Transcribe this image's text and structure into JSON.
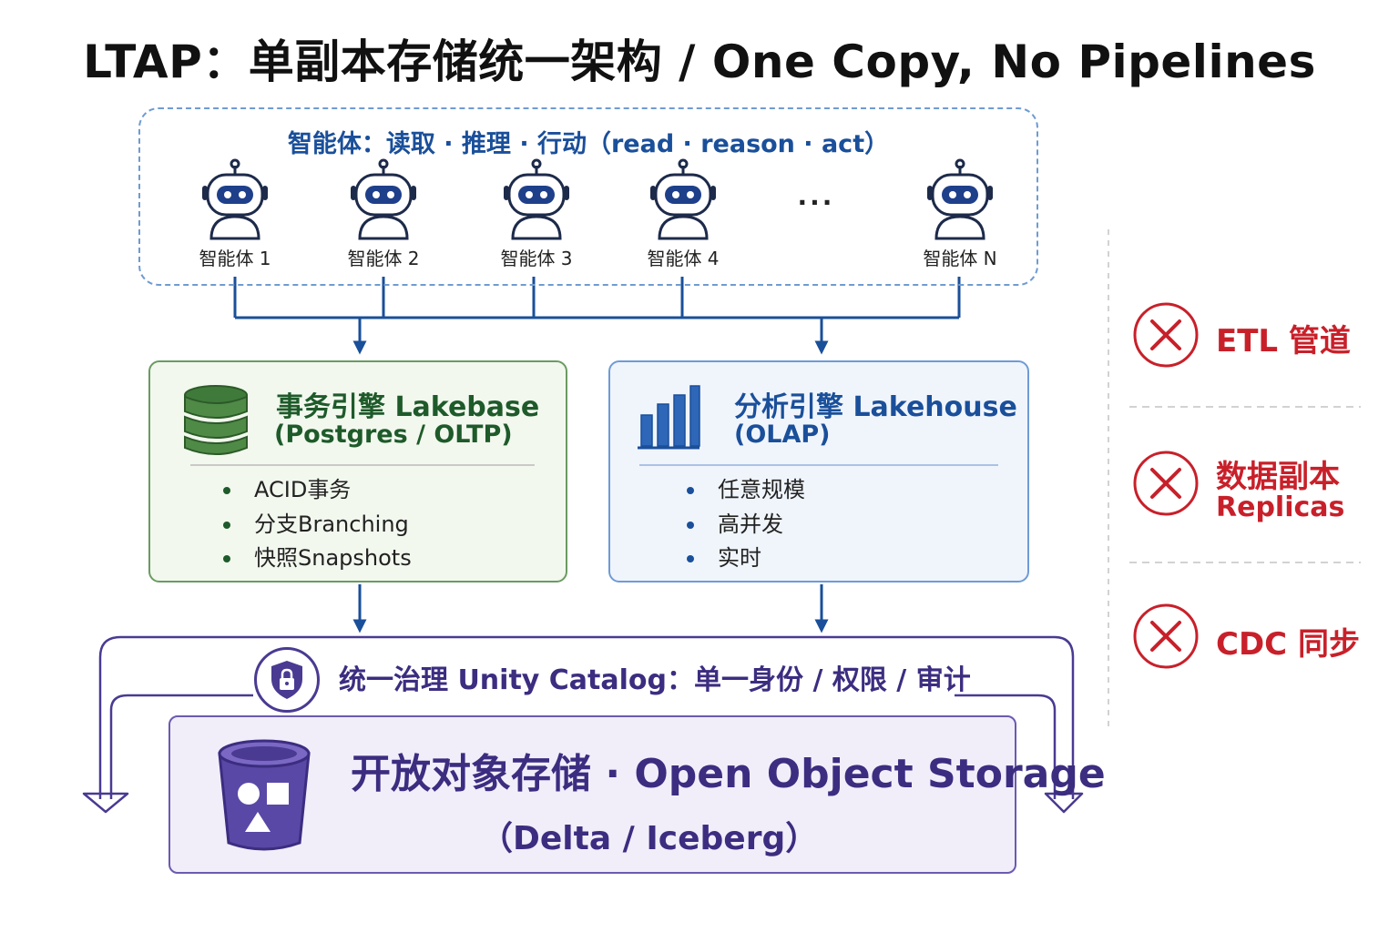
{
  "title": "LTAP：单副本存储统一架构 / One Copy, No Pipelines",
  "agents": {
    "heading": "智能体：读取 · 推理 · 行动（read · reason · act）",
    "items": [
      "智能体 1",
      "智能体 2",
      "智能体 3",
      "智能体 4",
      "智能体 N"
    ],
    "ellipsis": "···"
  },
  "oltp": {
    "title": "事务引擎  Lakebase",
    "subtitle": "(Postgres / OLTP)",
    "features": [
      "ACID事务",
      "分支Branching",
      "快照Snapshots"
    ]
  },
  "olap": {
    "title": "分析引擎  Lakehouse",
    "subtitle": "(OLAP)",
    "features": [
      "任意规模",
      "高并发",
      "实时"
    ]
  },
  "governance": {
    "label": "统一治理 Unity Catalog：单一身份 / 权限 / 审计"
  },
  "storage": {
    "title": "开放对象存储 · Open Object Storage",
    "subtitle": "（Delta / Iceberg）"
  },
  "anti_patterns": [
    {
      "line1": "ETL 管道",
      "line2": ""
    },
    {
      "line1": "数据副本",
      "line2": "Replicas"
    },
    {
      "line1": "CDC 同步",
      "line2": ""
    }
  ],
  "colors": {
    "agent_blue": "#1a4f9a",
    "oltp_green": "#1e5a2a",
    "governance_purple": "#3c2d80",
    "warning_red": "#c8202a"
  },
  "icons": {
    "agent": "robot-icon",
    "oltp": "database-icon",
    "olap": "bar-chart-icon",
    "governance": "shield-lock-icon",
    "storage": "bucket-icon",
    "anti_pattern": "x-circle-icon"
  }
}
